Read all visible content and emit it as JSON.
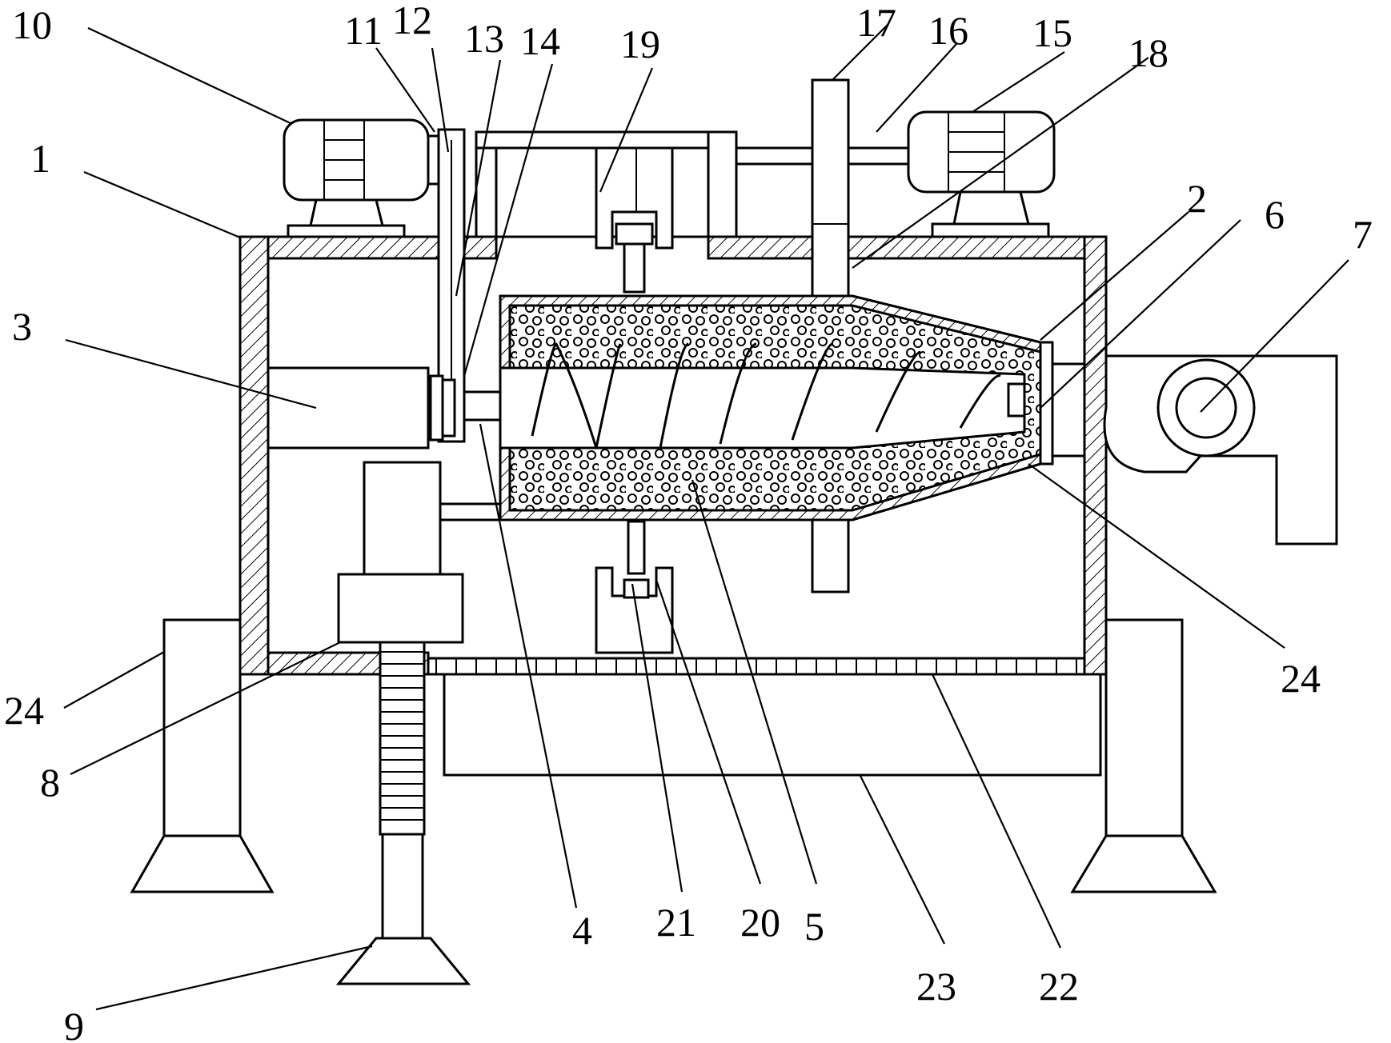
{
  "labels": [
    {
      "id": "l10",
      "text": "10"
    },
    {
      "id": "l11",
      "text": "11"
    },
    {
      "id": "l12",
      "text": "12"
    },
    {
      "id": "l13",
      "text": "13"
    },
    {
      "id": "l14",
      "text": "14"
    },
    {
      "id": "l19",
      "text": "19"
    },
    {
      "id": "l17",
      "text": "17"
    },
    {
      "id": "l16",
      "text": "16"
    },
    {
      "id": "l15",
      "text": "15"
    },
    {
      "id": "l18",
      "text": "18"
    },
    {
      "id": "l1",
      "text": "1"
    },
    {
      "id": "l2",
      "text": "2"
    },
    {
      "id": "l6",
      "text": "6"
    },
    {
      "id": "l7",
      "text": "7"
    },
    {
      "id": "l3",
      "text": "3"
    },
    {
      "id": "l24a",
      "text": "24"
    },
    {
      "id": "l24b",
      "text": "24"
    },
    {
      "id": "l8",
      "text": "8"
    },
    {
      "id": "l4",
      "text": "4"
    },
    {
      "id": "l21",
      "text": "21"
    },
    {
      "id": "l20",
      "text": "20"
    },
    {
      "id": "l5",
      "text": "5"
    },
    {
      "id": "l23",
      "text": "23"
    },
    {
      "id": "l22",
      "text": "22"
    },
    {
      "id": "l9",
      "text": "9"
    }
  ]
}
